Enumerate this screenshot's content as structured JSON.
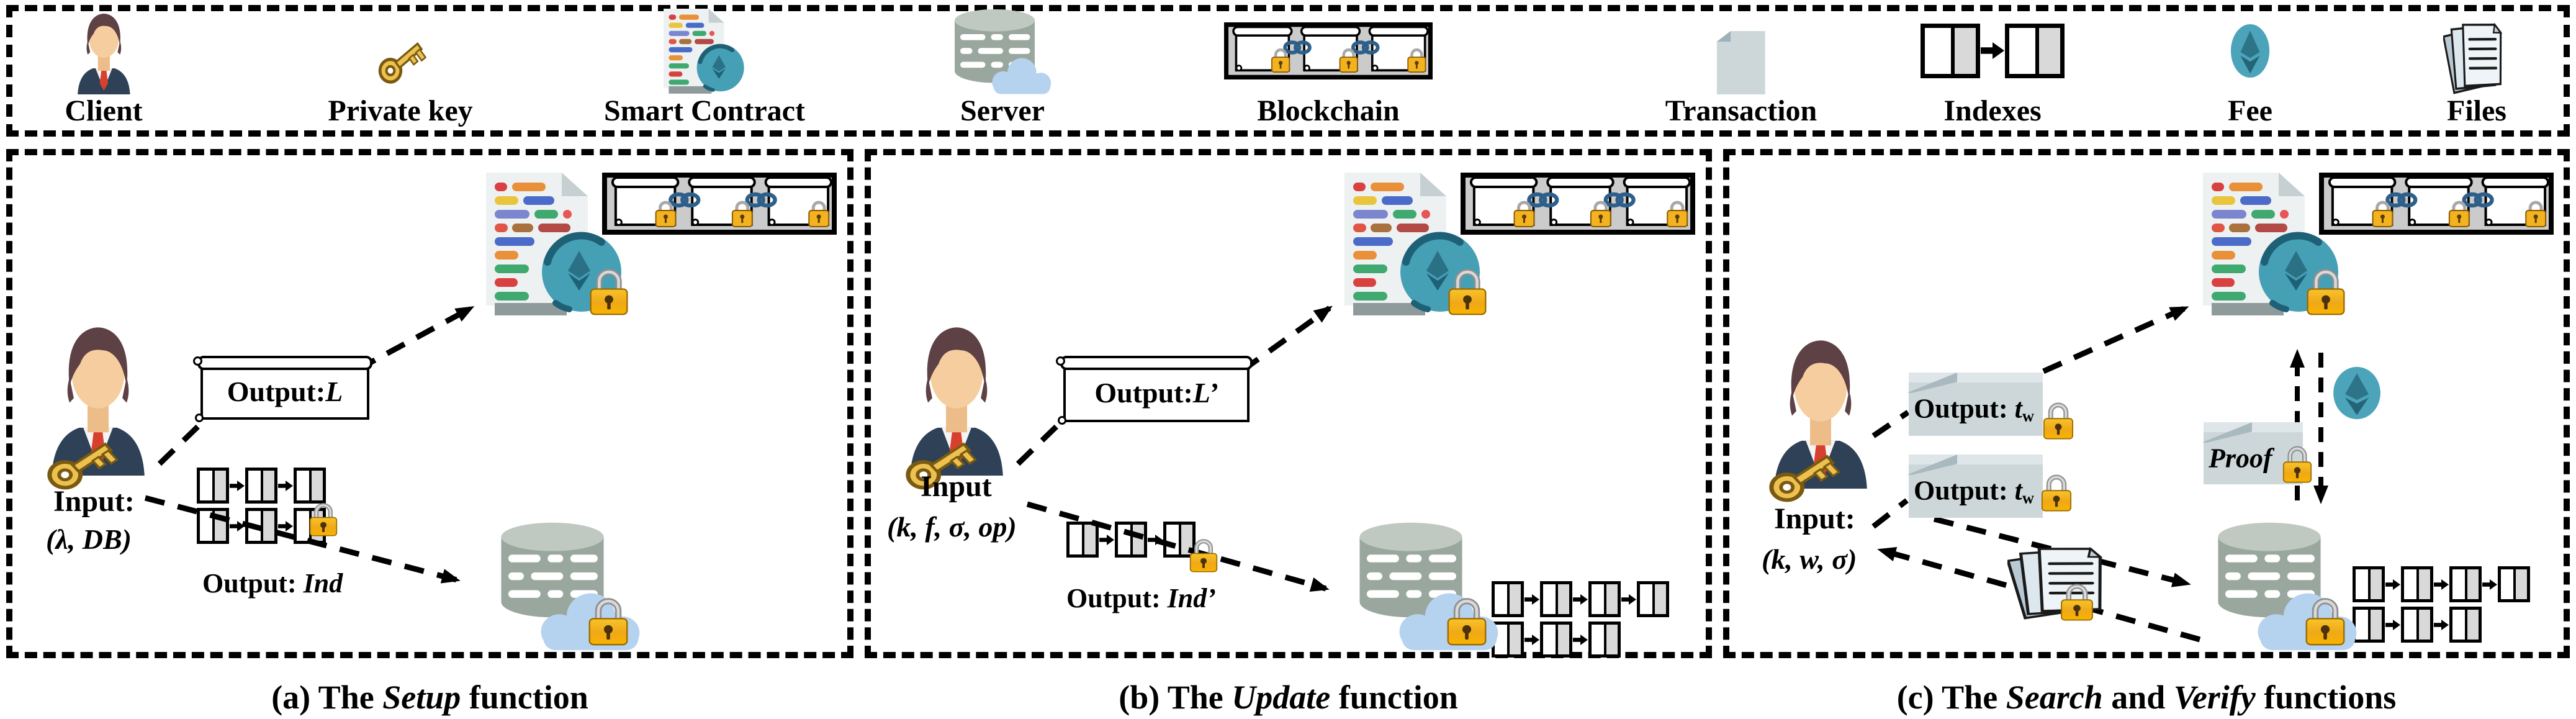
{
  "legend": {
    "items": [
      {
        "label": "Client",
        "icon": "client-icon"
      },
      {
        "label": "Private key",
        "icon": "private-key-icon"
      },
      {
        "label": "Smart Contract",
        "icon": "smart-contract-icon"
      },
      {
        "label": "Server",
        "icon": "server-icon"
      },
      {
        "label": "Blockchain",
        "icon": "blockchain-icon"
      },
      {
        "label": "Transaction",
        "icon": "transaction-icon"
      },
      {
        "label": "Indexes",
        "icon": "indexes-icon"
      },
      {
        "label": "Fee",
        "icon": "fee-icon"
      },
      {
        "label": "Files",
        "icon": "files-icon"
      }
    ]
  },
  "panels": {
    "a": {
      "input_label": "Input:",
      "input_args": "(λ, DB)",
      "output_top": {
        "prefix": "Output: ",
        "value": "L",
        "sub": ""
      },
      "output_bottom": {
        "prefix": "Output: ",
        "value": "Ind",
        "sub": ""
      },
      "caption": {
        "p1": "(a) The ",
        "i1": "Setup",
        "p2": " function",
        "i2": "",
        "p3": ""
      }
    },
    "b": {
      "input_label": "Input",
      "input_args": "(k, f, σ, op)",
      "output_top": {
        "prefix": "Output: ",
        "value": "L’",
        "sub": ""
      },
      "output_bottom": {
        "prefix": "Output: ",
        "value": "Ind’",
        "sub": ""
      },
      "caption": {
        "p1": "(b) The ",
        "i1": "Update",
        "p2": " function",
        "i2": "",
        "p3": ""
      }
    },
    "c": {
      "input_label": "Input:",
      "input_args": "(k, w, σ)",
      "output1": {
        "prefix": "Output: ",
        "value": "t",
        "sub": "w"
      },
      "output2": {
        "prefix": "Output: ",
        "value": "t",
        "sub": "w"
      },
      "proof_label": "Proof",
      "caption": {
        "p1": "(c) The ",
        "i1": "Search",
        "p2": " and ",
        "i2": "Verify",
        "p3": " functions"
      }
    }
  },
  "colors": {
    "lock_gold": "#f0a818",
    "contract_teal": "#45a0b5",
    "teal_dark": "#1e6177",
    "cloud_blue": "#b5d2ef",
    "server_gray": "#9aa79e",
    "chain_link_blue": "#2d5f8a",
    "index_gray": "#d9d9d9",
    "transaction_gray": "#cdd7da"
  }
}
